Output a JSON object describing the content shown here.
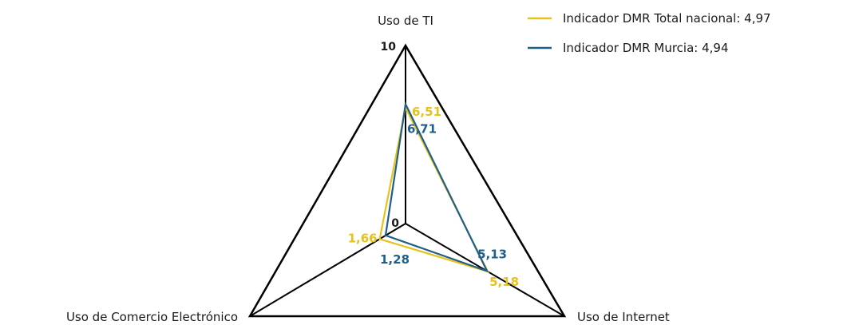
{
  "chart_data": {
    "type": "radar",
    "axes": [
      "Uso de TI",
      "Uso de Internet",
      "Uso de Comercio Electrónico"
    ],
    "range": [
      0,
      10
    ],
    "tick_labels": [
      "0",
      "10"
    ],
    "grid": false,
    "legend_position": "top-right",
    "series": [
      {
        "name": "Indicador DMR Total nacional: 4,97",
        "values": [
          6.51,
          5.18,
          1.66
        ],
        "value_labels": [
          "6,51",
          "5,18",
          "1,66"
        ],
        "color": "#e6c21a"
      },
      {
        "name": "Indicador DMR Murcia: 4,94",
        "values": [
          6.71,
          5.13,
          1.28
        ],
        "value_labels": [
          "6,71",
          "5,13",
          "1,28"
        ],
        "color": "#1f5f8b"
      }
    ]
  }
}
